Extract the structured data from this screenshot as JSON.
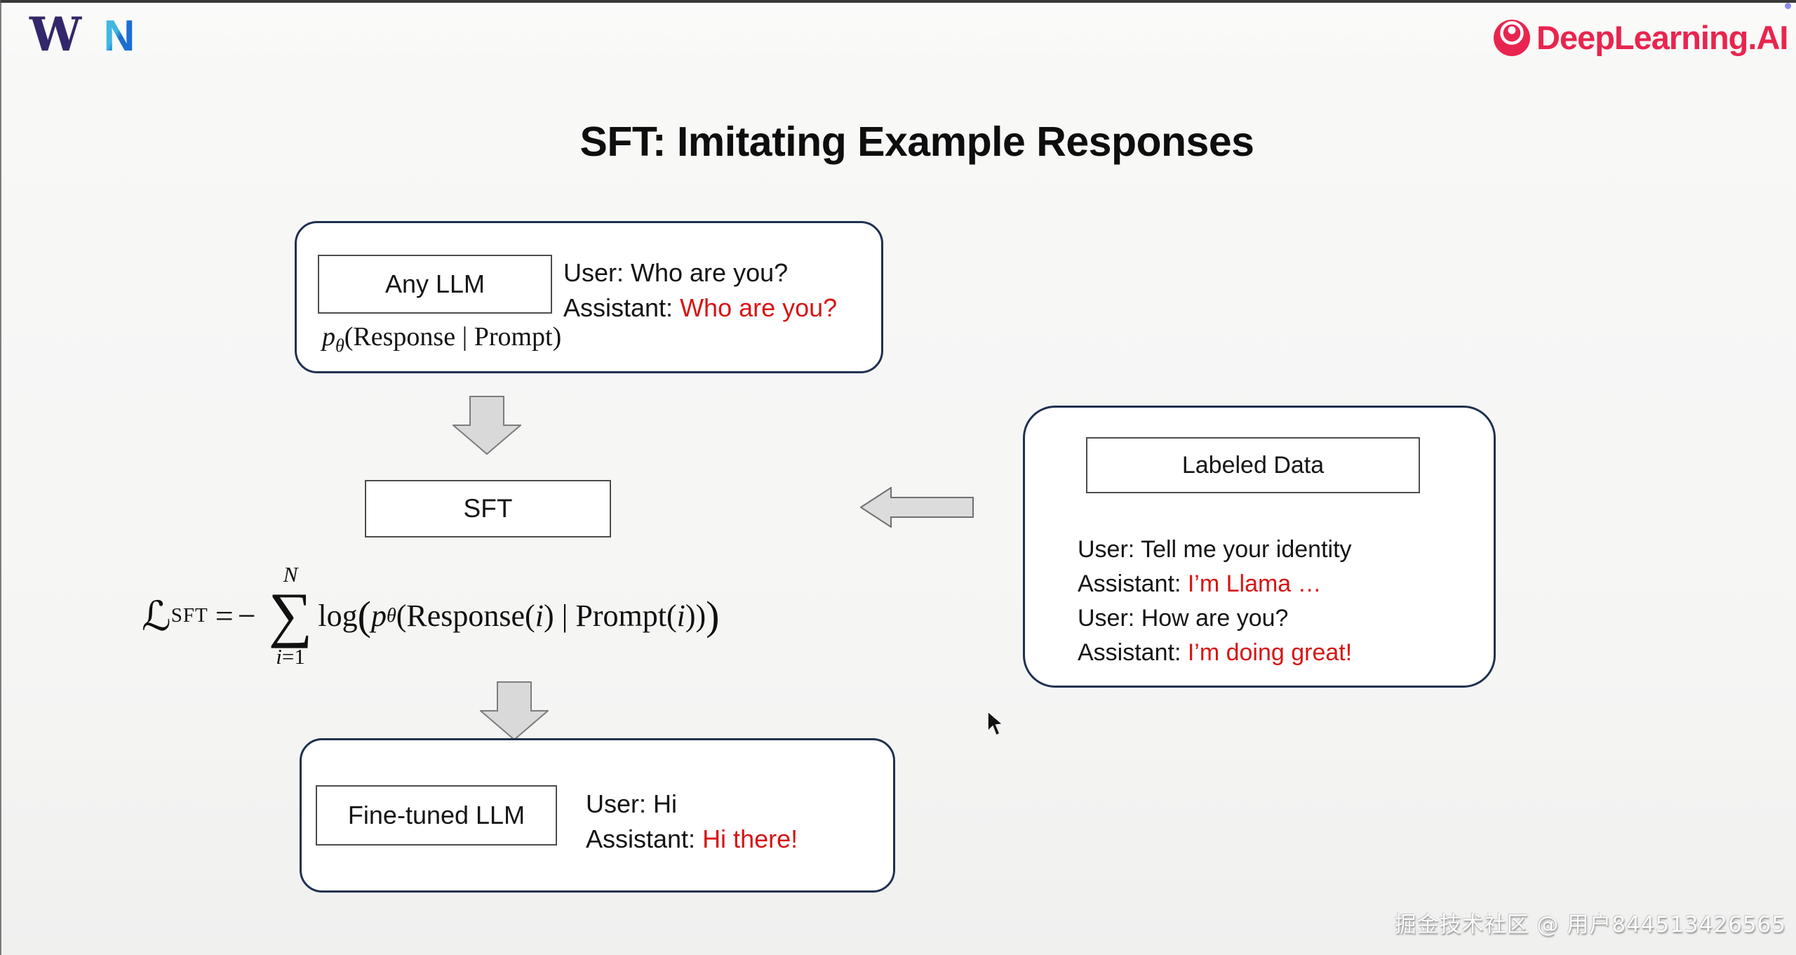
{
  "header": {
    "uw_logo_text": "W",
    "nexusflow_logo_text": "N",
    "deeplearning_logo_text": "DeepLearning.AI"
  },
  "title": "SFT: Imitating Example Responses",
  "diagram": {
    "any_llm": {
      "label": "Any LLM",
      "prob": {
        "p": "p",
        "sub": "θ",
        "rest": "(Response | Prompt)"
      },
      "lines": [
        {
          "prefix": "User: ",
          "text": "Who are you?"
        },
        {
          "prefix": "Assistant: ",
          "text": "Who are you?"
        }
      ]
    },
    "sft_label": "SFT",
    "labeled_data": {
      "label": "Labeled Data",
      "lines": [
        {
          "prefix": "User: ",
          "text": "Tell me your identity"
        },
        {
          "prefix": "Assistant: ",
          "text": "I’m Llama …"
        },
        {
          "prefix": "User: ",
          "text": "How are you?"
        },
        {
          "prefix": "Assistant: ",
          "text": "I’m doing great!"
        }
      ]
    },
    "fine_tuned": {
      "label": "Fine-tuned LLM",
      "lines": [
        {
          "prefix": "User: ",
          "text": "Hi"
        },
        {
          "prefix": "Assistant: ",
          "text": "Hi there!"
        }
      ]
    },
    "formula": {
      "loss": "ℒ",
      "loss_sub": "SFT",
      "eq": "=",
      "minus": "−",
      "sum_top": "N",
      "sum": "∑",
      "sum_bot_i": "i",
      "sum_bot_rest": "=1",
      "log": "log",
      "big_open": "(",
      "p": "p",
      "p_sub": "θ",
      "b1": "(Response(",
      "i1": "i",
      "b2": ") | Prompt(",
      "i2": "i",
      "b3": "))",
      "big_close": ")"
    }
  },
  "watermark": "掘金技术社区 @ 用户844513426565",
  "colors": {
    "highlight_red": "#d81414",
    "navy_border": "#1f3150",
    "dlai_red": "#e8254e",
    "uw_purple": "#32266d",
    "arrow_fill": "#d9d9d9"
  }
}
